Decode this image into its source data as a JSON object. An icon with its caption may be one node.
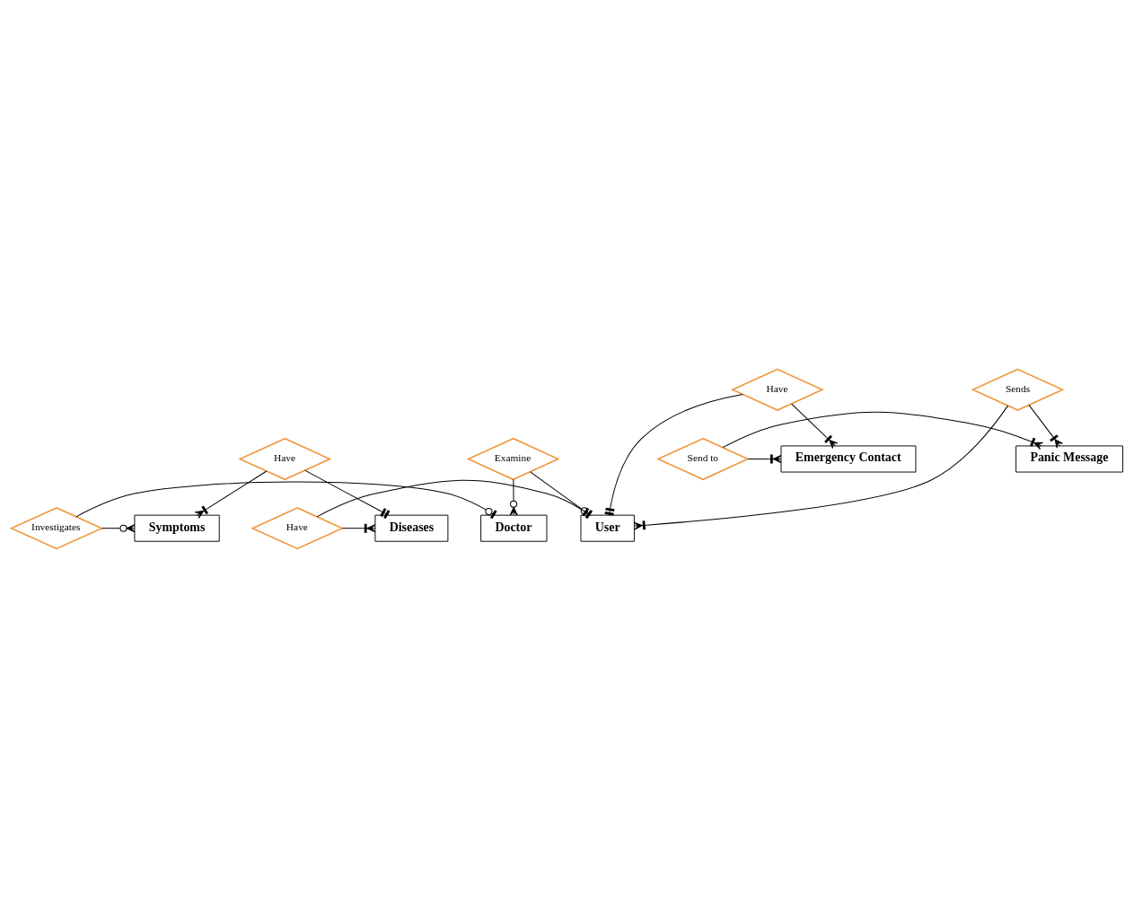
{
  "diagram": {
    "nodes": [
      {
        "text": [
          "Diseases"
        ]
      },
      {
        "text": [
          "Have"
        ]
      },
      {
        "text": [
          "User"
        ]
      },
      {
        "text": [
          "Have"
        ]
      },
      {
        "text": [
          "Sends"
        ]
      },
      {
        "text": [
          "Have"
        ]
      },
      {
        "text": [
          "Emergency Contact"
        ]
      },
      {
        "text": [
          "Send to"
        ]
      },
      {
        "text": [
          "Panic Message"
        ]
      },
      {
        "text": [
          "Examine"
        ]
      },
      {
        "text": [
          "Symptoms"
        ]
      },
      {
        "text": [
          "Investigates"
        ]
      },
      {
        "text": [
          "Doctor"
        ]
      }
    ],
    "edges": [
      {
        "from": 1,
        "to": 0,
        "arrow": "other"
      },
      {
        "from": 1,
        "to": 2,
        "arrow": "other"
      },
      {
        "from": 3,
        "to": 2,
        "arrow": "other"
      },
      {
        "from": 4,
        "to": 2,
        "arrow": "other"
      },
      {
        "from": 5,
        "to": 0,
        "arrow": "other"
      },
      {
        "from": 3,
        "to": 6,
        "arrow": "other"
      },
      {
        "from": 7,
        "to": 6,
        "arrow": "other"
      },
      {
        "from": 7,
        "to": 8,
        "arrow": "other"
      },
      {
        "from": 4,
        "to": 8,
        "arrow": "other"
      },
      {
        "from": 9,
        "to": 2,
        "arrow": "other"
      },
      {
        "from": 5,
        "to": 10,
        "arrow": "other"
      },
      {
        "from": 11,
        "to": 10,
        "arrow": "other"
      },
      {
        "from": 11,
        "to": 12,
        "arrow": "other"
      },
      {
        "from": 9,
        "to": 12,
        "arrow": "other"
      }
    ]
  }
}
